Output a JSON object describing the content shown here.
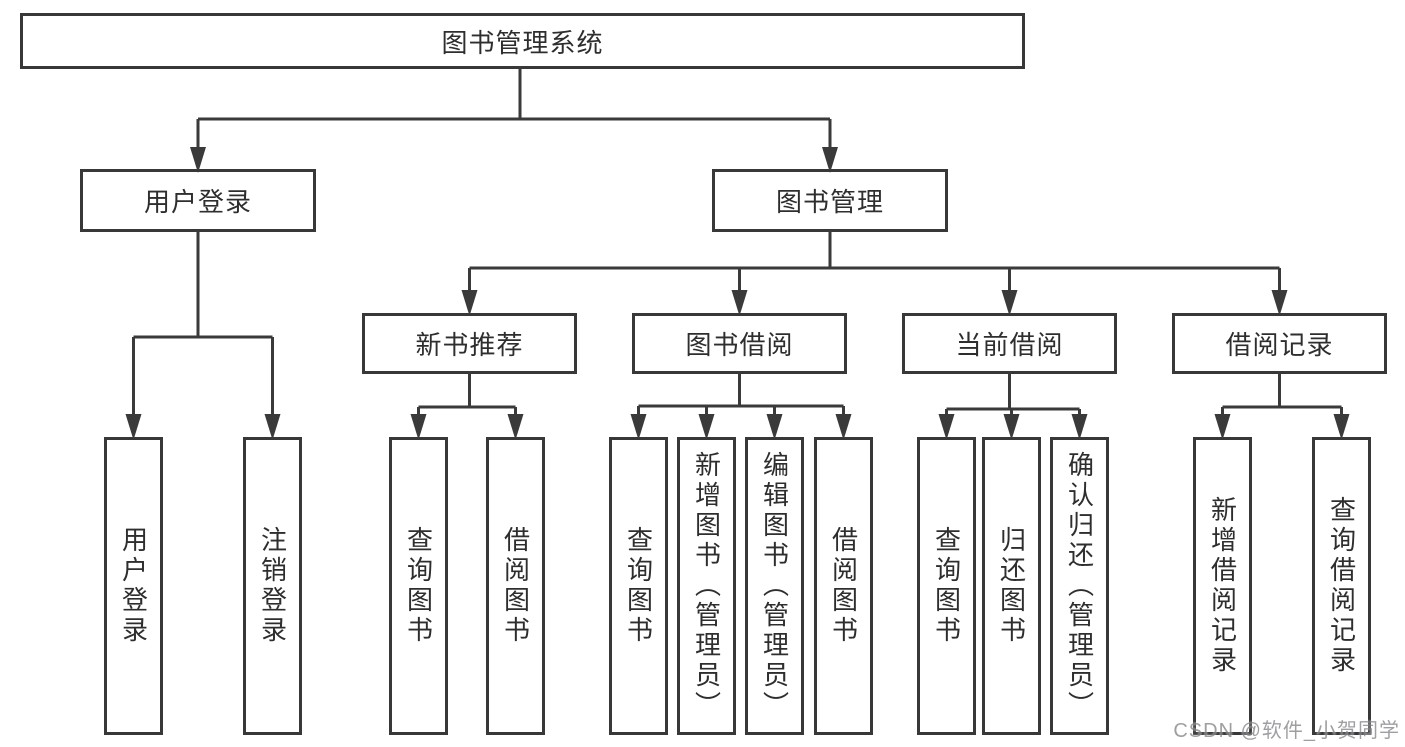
{
  "diagram": {
    "title": "图书管理系统",
    "children": [
      {
        "label": "用户登录",
        "children": [
          {
            "label": "用户登录"
          },
          {
            "label": "注销登录"
          }
        ]
      },
      {
        "label": "图书管理",
        "children": [
          {
            "label": "新书推荐",
            "children": [
              {
                "label": "查询图书"
              },
              {
                "label": "借阅图书"
              }
            ]
          },
          {
            "label": "图书借阅",
            "children": [
              {
                "label": "查询图书"
              },
              {
                "label": "新增图书（管理员）"
              },
              {
                "label": "编辑图书（管理员）"
              },
              {
                "label": "借阅图书"
              }
            ]
          },
          {
            "label": "当前借阅",
            "children": [
              {
                "label": "查询图书"
              },
              {
                "label": "归还图书"
              },
              {
                "label": "确认归还（管理员）"
              }
            ]
          },
          {
            "label": "借阅记录",
            "children": [
              {
                "label": "新增借阅记录"
              },
              {
                "label": "查询借阅记录"
              }
            ]
          }
        ]
      }
    ]
  },
  "watermark": {
    "text": "CSDN @软件_小贺同学"
  },
  "colors": {
    "background": "#ffffff",
    "box_border": "#383838",
    "line": "#3a3a3a",
    "text": "#2e2e2e",
    "watermark": "#88888d"
  }
}
